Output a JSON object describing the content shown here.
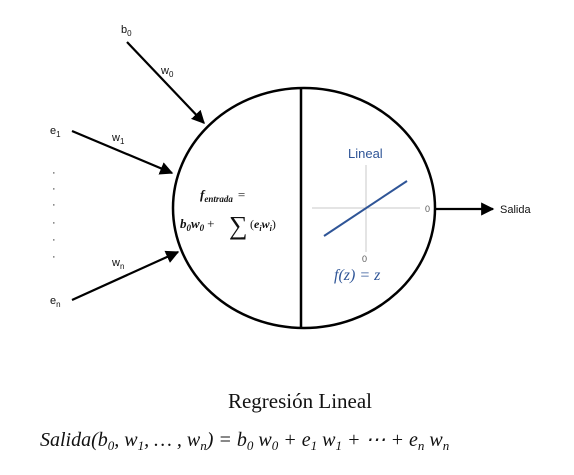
{
  "inputs": {
    "b0": "b",
    "b0_sub": "0",
    "w0": "w",
    "w0_sub": "0",
    "e1": "e",
    "e1_sub": "1",
    "w1": "w",
    "w1_sub": "1",
    "en": "e",
    "en_sub": "n",
    "wn": "w",
    "wn_sub": "n",
    "dots": [
      "·",
      "·",
      "·",
      "·",
      "·",
      "·"
    ]
  },
  "neuron": {
    "f_label": "f",
    "f_sub": "entrada",
    "eq": "=",
    "formula_b": "b",
    "formula_b_sub": "0",
    "formula_w": "w",
    "formula_w_sub": "0",
    "plus": "+",
    "sum": "∑",
    "paren_open": "(",
    "paren_e": "e",
    "paren_e_sub": "i",
    "paren_w": "w",
    "paren_w_sub": "i",
    "paren_close": ")"
  },
  "activation": {
    "name": "Lineal",
    "x_origin": "0",
    "y_origin": "0",
    "formula": "f(z) = z",
    "color": "#2f5597"
  },
  "output": {
    "label": "Salida"
  },
  "caption": {
    "title": "Regresión Lineal",
    "equation": {
      "lhs": "Salida(b",
      "b_sub": "0",
      "c1": ", w",
      "w1_sub": "1",
      "c2": ", … , w",
      "wn_sub": "n",
      "rhs_open": ") = b",
      "r_b_sub": "0",
      "r_w": " w",
      "r_w_sub": "0",
      "r_plus1": " + e",
      "r_e1_sub": "1",
      "r_w1": " w",
      "r_w1_sub": "1",
      "r_plus2": " + ⋯ + e",
      "r_en_sub": "n",
      "r_wn": " w",
      "r_wn_sub": "n"
    }
  }
}
